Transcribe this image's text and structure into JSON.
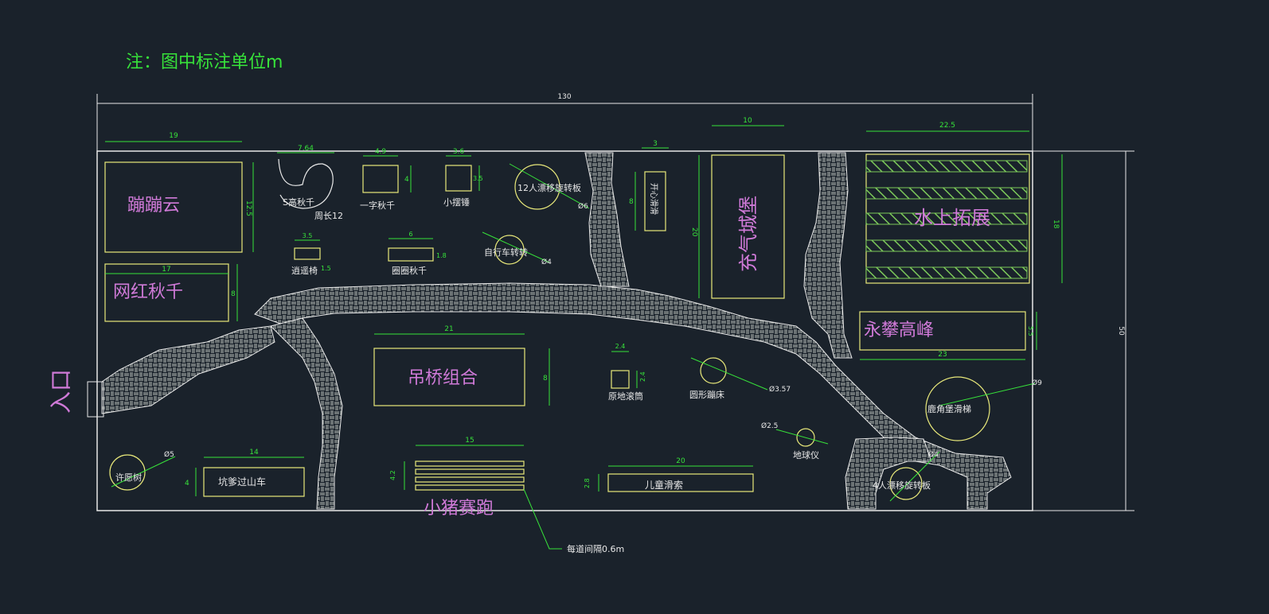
{
  "note": "注：图中标注单位m",
  "colors": {
    "background": "#1a222b",
    "outline": "#e8e8e8",
    "dimension": "#37e23a",
    "facility": "#e8e87a",
    "label_large": "#d07ad8",
    "label_small": "#e8e8e8",
    "hatch": "#7cc95a"
  },
  "dims": {
    "total_width": "130",
    "total_height": "50",
    "yunyun_w": "19",
    "yunyun_h": "12.5",
    "s_swing_w": "7.64",
    "yizi_w": "4.9",
    "yizi_h": "4",
    "xiaobaichui_w": "3.6",
    "xiaobaichui_h": "3.5",
    "xinxin_w": "3",
    "xinxin_h": "8",
    "castle_w": "10",
    "castle_h": "20",
    "water_w": "22.5",
    "water_h": "18",
    "wanghong_w": "17",
    "wanghong_h": "8",
    "xiaoyao_w": "3.5",
    "xiaoyao_h": "1.5",
    "quanquan_w": "6",
    "quanquan_h": "1.8",
    "diaoqiao_w": "21",
    "diaoqiao_h": "8",
    "gundong_w": "2.4",
    "gundong_h": "2.4",
    "climb_w": "23",
    "climb_h": "5.5",
    "pig_w": "15",
    "pig_h": "4.2",
    "kengdie_w": "14",
    "kengdie_h": "4",
    "zipline_w": "20",
    "zipline_h": "2.8",
    "d12": "Ø6",
    "dbike": "Ø4",
    "dbounce": "Ø3.57",
    "dglobe": "Ø2.5",
    "dslide": "Ø9",
    "d4": "Ø4",
    "dwish": "Ø5"
  },
  "labels": {
    "entrance": "入口",
    "yunyun": "蹦蹦云",
    "s_swing": "S高秋千",
    "perimeter": "周长12",
    "yizi": "一字秋千",
    "xiaobaichui": "小摆锤",
    "spin12": "12人漂移旋转板",
    "xinxin": "开心滑滑",
    "castle": "充气城堡",
    "water": "水上拓展",
    "wanghong": "网红秋千",
    "xiaoyao": "逍遥椅",
    "quanquan": "圈圈秋千",
    "bike": "自行车转转",
    "climb": "永攀高峰",
    "diaoqiao": "吊桥组合",
    "gundong": "原地滚筒",
    "bounce": "圆形蹦床",
    "slide": "鹿角堡滑梯",
    "globe": "地球仪",
    "wish": "许愿树",
    "kengdie": "坑爹过山车",
    "pig": "小猪赛跑",
    "lane": "每道间隔0.6m",
    "zipline": "儿童滑索",
    "spin4": "4人漂移旋转板"
  }
}
